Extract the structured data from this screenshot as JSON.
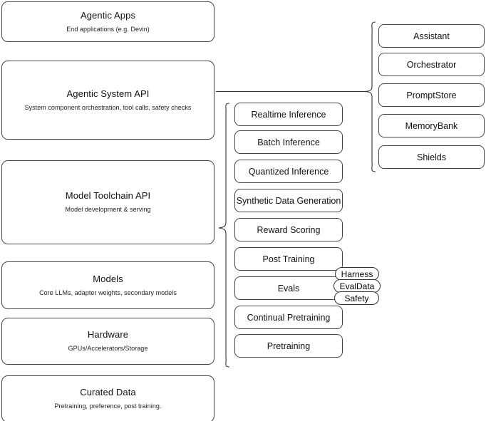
{
  "diagram": {
    "title": "Agentic stack layers",
    "stroke_color": "#333333",
    "background": "#ffffff"
  },
  "layers": [
    {
      "name": "agentic-apps",
      "title": "Agentic Apps",
      "subtitle": "End applications (e.g. Devin)"
    },
    {
      "name": "agentic-system-api",
      "title": "Agentic System API",
      "subtitle": "System component orchestration, tool calls, safety checks"
    },
    {
      "name": "model-toolchain-api",
      "title": "Model Toolchain API",
      "subtitle": "Model development & serving"
    },
    {
      "name": "models",
      "title": "Models",
      "subtitle": "Core LLMs, adapter weights, secondary models"
    },
    {
      "name": "hardware",
      "title": "Hardware",
      "subtitle": "GPUs/Accelerators/Storage"
    },
    {
      "name": "curated-data",
      "title": "Curated Data",
      "subtitle": "Pretraining, preference, post training."
    }
  ],
  "system_components": [
    {
      "name": "assistant",
      "label": "Assistant"
    },
    {
      "name": "orchestrator",
      "label": "Orchestrator"
    },
    {
      "name": "promptstore",
      "label": "PromptStore"
    },
    {
      "name": "memorybank",
      "label": "MemoryBank"
    },
    {
      "name": "shields",
      "label": "Shields"
    }
  ],
  "toolchain_components": [
    {
      "name": "realtime-inference",
      "label": "Realtime Inference"
    },
    {
      "name": "batch-inference",
      "label": "Batch Inference"
    },
    {
      "name": "quantized-inference",
      "label": "Quantized Inference"
    },
    {
      "name": "synthetic-data-generation",
      "label": "Synthetic Data Generation"
    },
    {
      "name": "reward-scoring",
      "label": "Reward Scoring"
    },
    {
      "name": "post-training",
      "label": "Post Training"
    },
    {
      "name": "evals",
      "label": "Evals"
    },
    {
      "name": "continual-pretraining",
      "label": "Continual Pretraining"
    },
    {
      "name": "pretraining",
      "label": "Pretraining"
    }
  ],
  "eval_pills": [
    {
      "name": "harness",
      "label": "Harness"
    },
    {
      "name": "evaldata",
      "label": "EvalData"
    },
    {
      "name": "safety",
      "label": "Safety"
    }
  ]
}
